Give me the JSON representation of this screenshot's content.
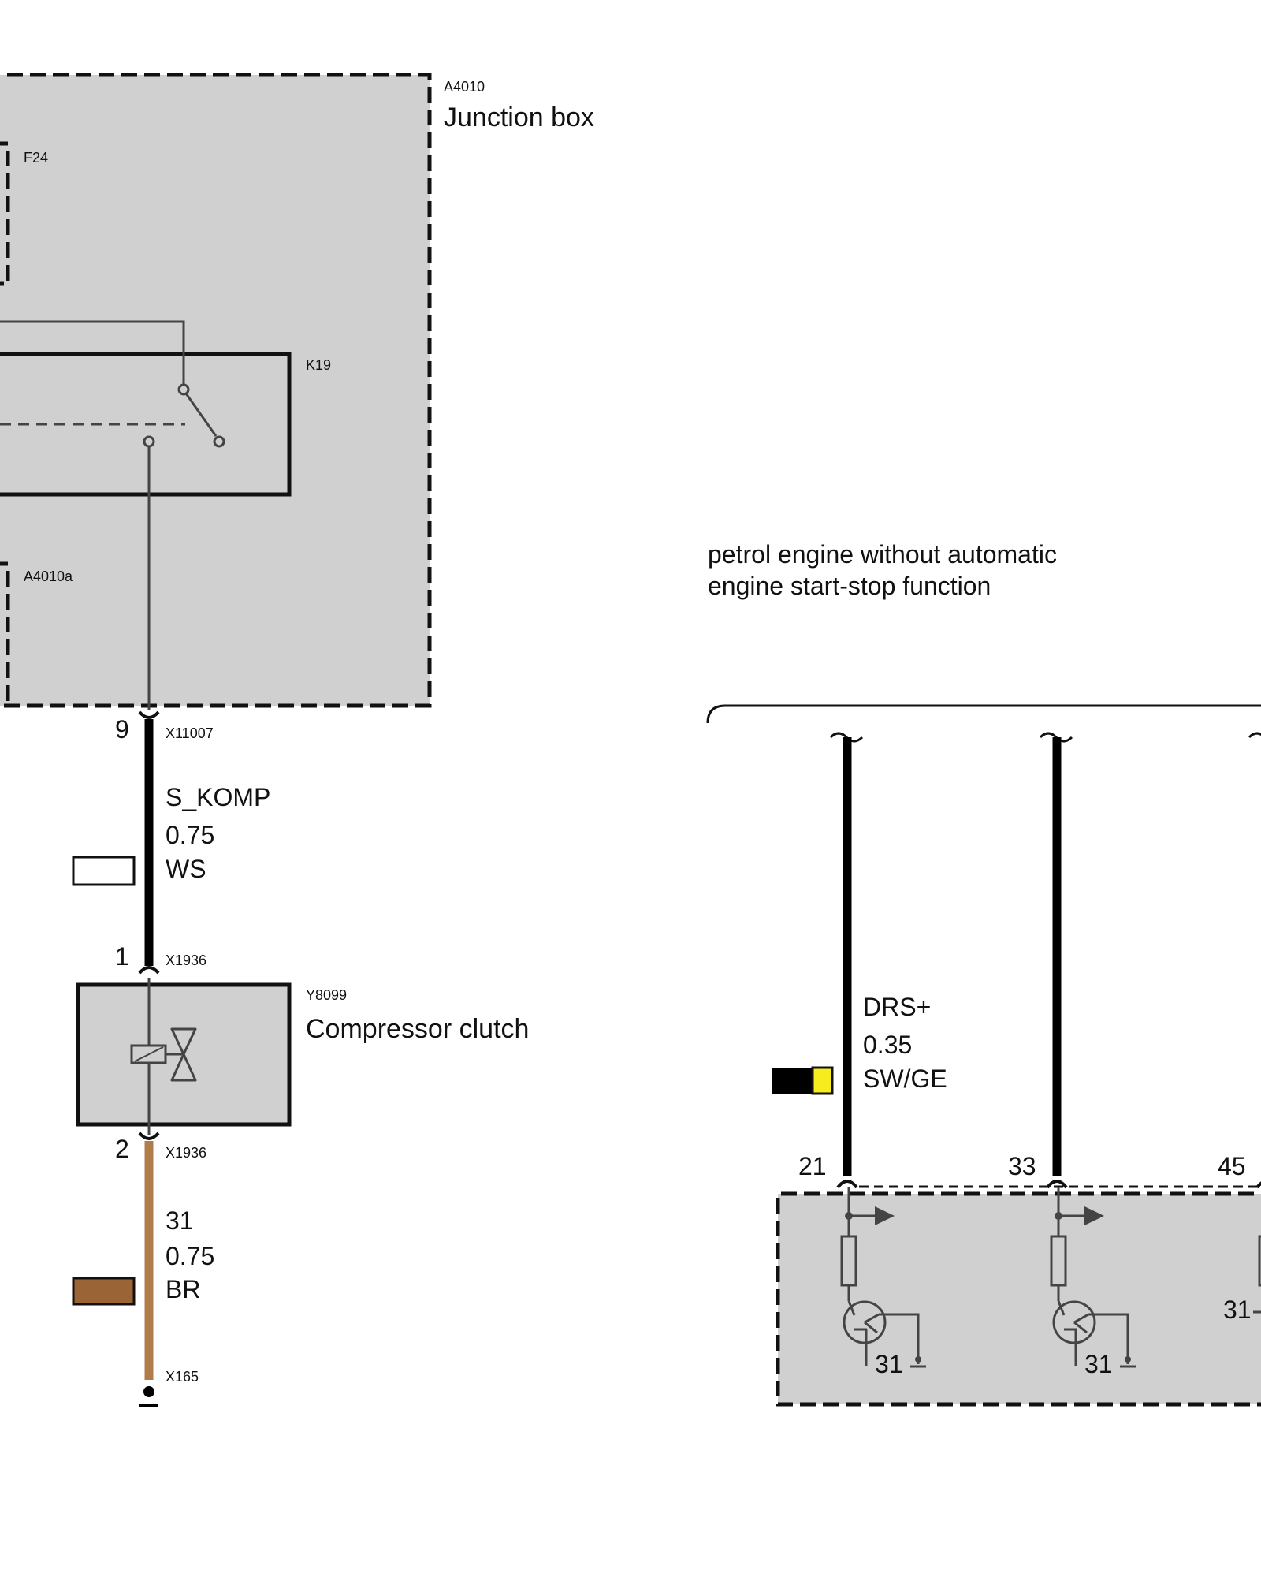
{
  "junction_box": {
    "id": "A4010",
    "title": "Junction box",
    "fuse": "F24",
    "relay": "K19",
    "sub": "A4010a"
  },
  "wire_top": {
    "pin": "9",
    "connector": "X11007",
    "signal": "S_KOMP",
    "size": "0.75",
    "color_code": "WS",
    "swatch": [
      "#ffffff"
    ]
  },
  "clutch": {
    "id": "Y8099",
    "title": "Compressor clutch",
    "pin_top": "1",
    "conn_top": "X1936",
    "pin_bottom": "2",
    "conn_bottom": "X1936"
  },
  "wire_ground": {
    "signal": "31",
    "size": "0.75",
    "color_code": "BR",
    "ground_connector": "X165",
    "swatch": [
      "#9b6436"
    ],
    "wire_color": "#b17c4c"
  },
  "variant_note": {
    "line1": "petrol engine without automatic",
    "line2": "engine start-stop function"
  },
  "drs_wire": {
    "signal": "DRS+",
    "size": "0.35",
    "color_code": "SW/GE",
    "swatch": [
      "#000000",
      "#f7ec1e"
    ]
  },
  "module": {
    "pins": [
      "21",
      "33",
      "45"
    ],
    "ground_labels": [
      "31",
      "31",
      "31"
    ]
  }
}
